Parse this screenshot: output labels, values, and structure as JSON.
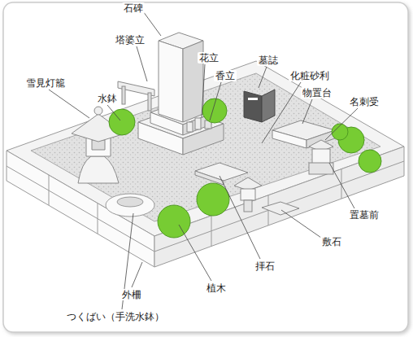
{
  "diagram": {
    "labels": [
      "石碑",
      "塔婆立",
      "花立",
      "墓誌",
      "香立",
      "化粧砂利",
      "雪見灯籠",
      "物置台",
      "水鉢",
      "名刺受",
      "置墓前",
      "敷石",
      "拝石",
      "植木",
      "外柵",
      "つくばい（手洗水鉢）"
    ]
  }
}
